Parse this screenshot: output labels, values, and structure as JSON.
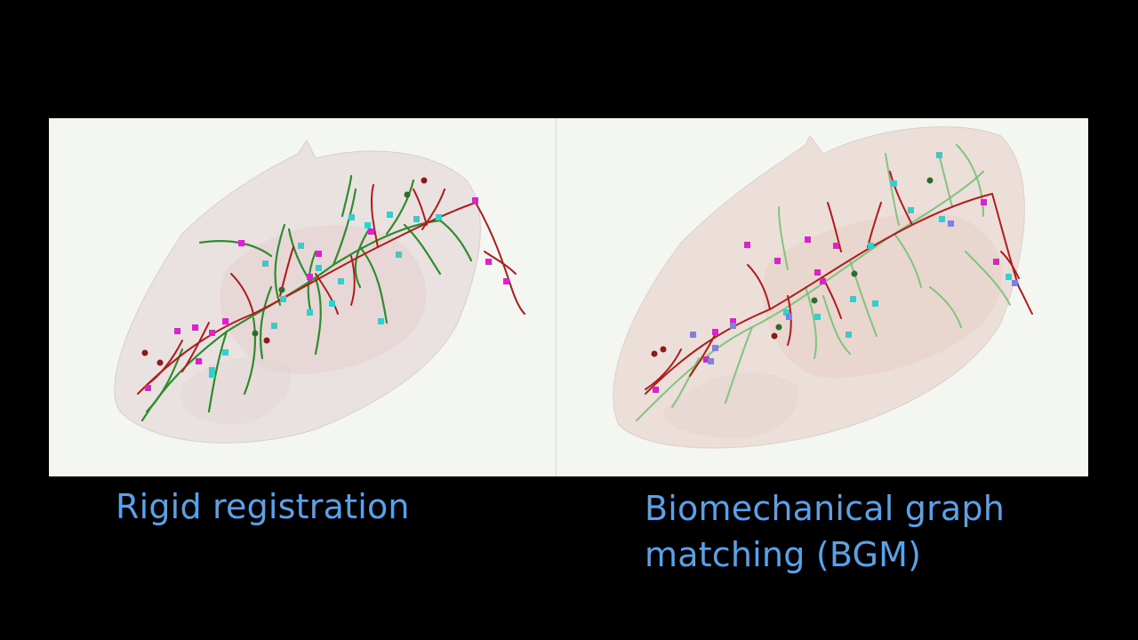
{
  "panels": [
    {
      "caption": "Rigid registration",
      "legend_colors": {
        "source_vessels": "#2e8b2e",
        "target_vessels": "#b01c1c",
        "bifurcation_markers": "#e020d0",
        "matched_markers": "#30d0d0"
      }
    },
    {
      "caption_line1": "Biomechanical graph",
      "caption_line2": "matching (BGM)",
      "legend_colors": {
        "source_vessels": "#70c070",
        "target_vessels": "#b01c1c",
        "bifurcation_markers": "#e020d0",
        "matched_markers": "#30d0d0",
        "paired_markers": "#8080e0"
      }
    }
  ]
}
